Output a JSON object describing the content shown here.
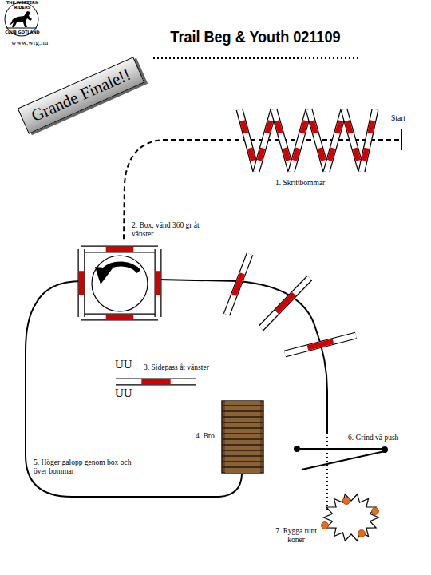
{
  "diagram": {
    "title": "Trail Beg & Youth 021109",
    "nodes": [
      {
        "text": [
          "Grande Finale!!"
        ]
      }
    ],
    "labels": [
      "THE WESTERN RIDERS",
      "CLUB GOTLAND",
      "www.wrg.nu",
      "Start",
      "1. Skrittbommar",
      "2. Box, vänd 360 gr åt vänster",
      "UU",
      "3. Sidepass åt vänster",
      "UU",
      "4. Bro",
      "5. Höger galopp genom box och över bommar",
      "6. Grind vä push",
      "7. Rygga runt koner"
    ]
  }
}
